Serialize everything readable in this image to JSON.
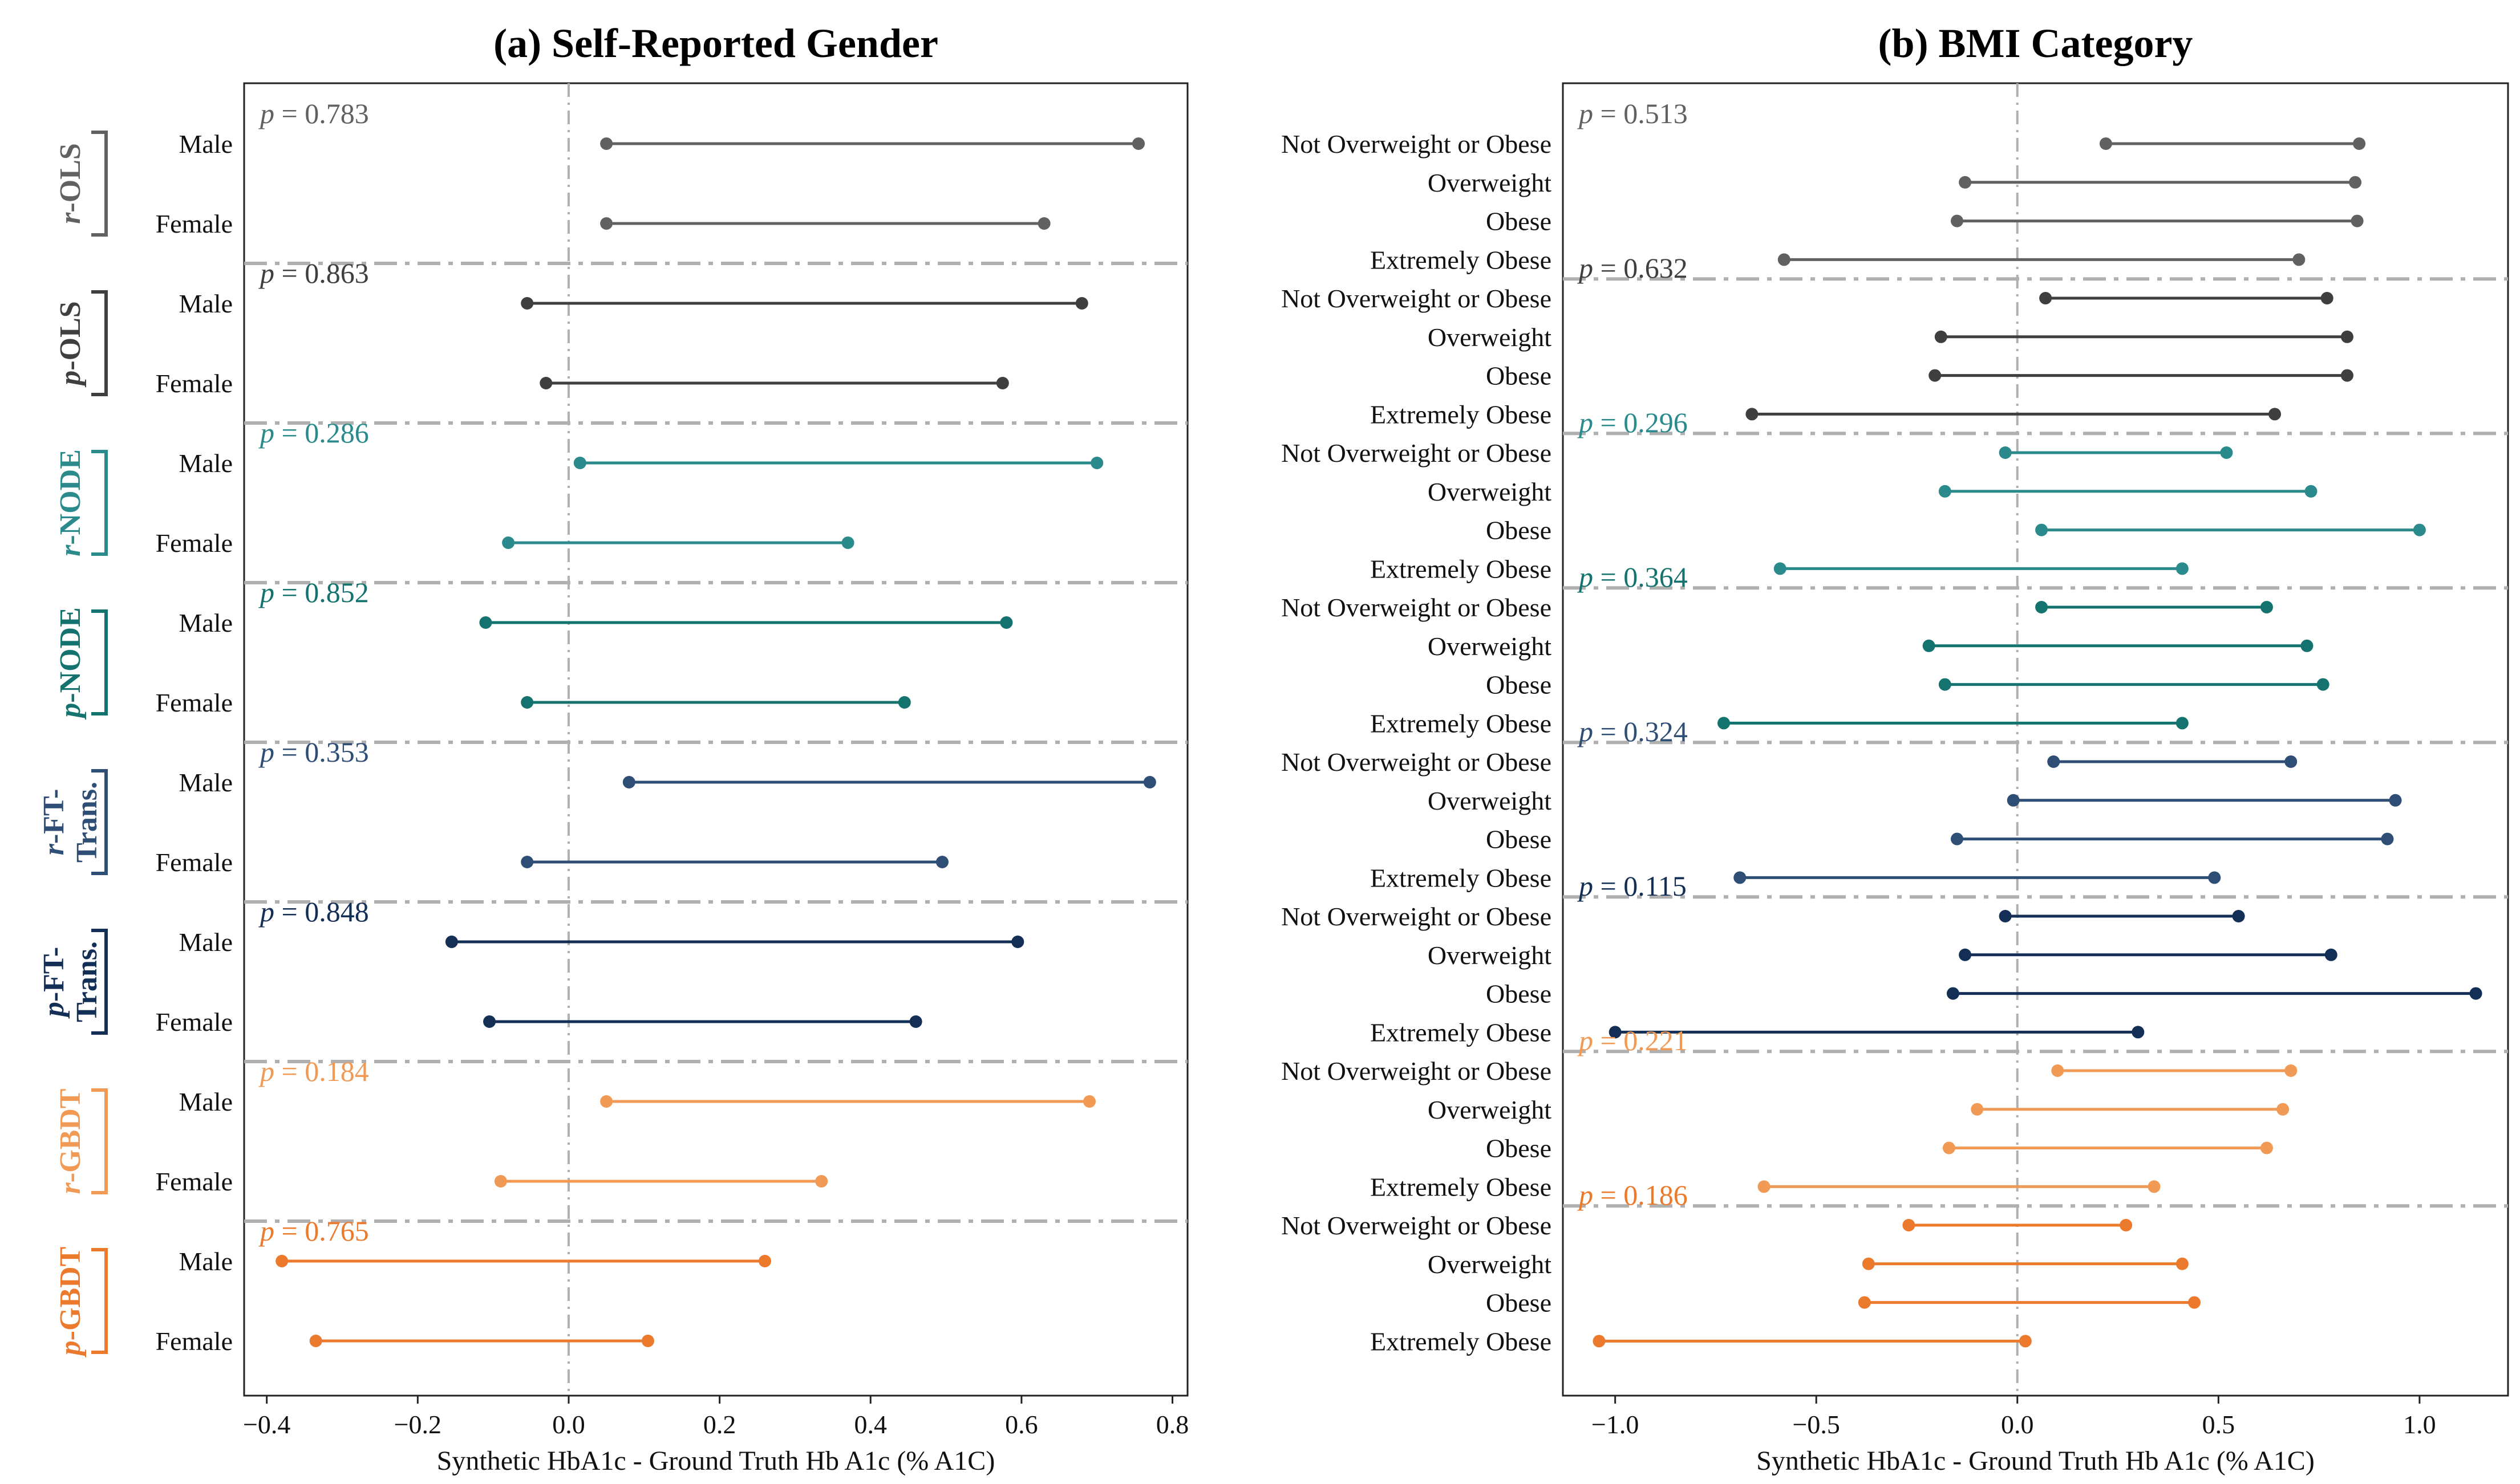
{
  "chart_data": [
    {
      "type": "dumbbell",
      "title": "(a) Self-Reported Gender",
      "xlabel": "Synthetic HbA1c - Ground Truth Hb A1c (% A1C)",
      "xlim": [
        -0.43,
        0.82
      ],
      "xticks": [
        -0.4,
        -0.2,
        0.0,
        0.2,
        0.4,
        0.6,
        0.8
      ],
      "xtick_labels": [
        "−0.4",
        "−0.2",
        "0.0",
        "0.2",
        "0.4",
        "0.6",
        "0.8"
      ],
      "reference_line_x": 0.0,
      "groups": [
        {
          "model_prefix": "r",
          "model_suffix": "-OLS",
          "p_label": "p",
          "p_value": "= 0.783",
          "color": "#616161",
          "rows": [
            {
              "label": "Male",
              "low": 0.05,
              "high": 0.755
            },
            {
              "label": "Female",
              "low": 0.05,
              "high": 0.63
            }
          ]
        },
        {
          "model_prefix": "p",
          "model_suffix": "-OLS",
          "p_label": "p",
          "p_value": "= 0.863",
          "color": "#3f3f3f",
          "rows": [
            {
              "label": "Male",
              "low": -0.055,
              "high": 0.68
            },
            {
              "label": "Female",
              "low": -0.03,
              "high": 0.575
            }
          ]
        },
        {
          "model_prefix": "r",
          "model_suffix": "-NODE",
          "p_label": "p",
          "p_value": "= 0.286",
          "color": "#2a8a8c",
          "rows": [
            {
              "label": "Male",
              "low": 0.015,
              "high": 0.7
            },
            {
              "label": "Female",
              "low": -0.08,
              "high": 0.37
            }
          ]
        },
        {
          "model_prefix": "p",
          "model_suffix": "-NODE",
          "p_label": "p",
          "p_value": "= 0.852",
          "color": "#14736e",
          "rows": [
            {
              "label": "Male",
              "low": -0.11,
              "high": 0.58
            },
            {
              "label": "Female",
              "low": -0.055,
              "high": 0.445
            }
          ]
        },
        {
          "model_prefix": "r",
          "model_suffix": "-FT-\nTrans.",
          "p_label": "p",
          "p_value": "= 0.353",
          "color": "#2e4e75",
          "rows": [
            {
              "label": "Male",
              "low": 0.08,
              "high": 0.77
            },
            {
              "label": "Female",
              "low": -0.055,
              "high": 0.495
            }
          ]
        },
        {
          "model_prefix": "p",
          "model_suffix": "-FT-\nTrans.",
          "p_label": "p",
          "p_value": "= 0.848",
          "color": "#142f55",
          "rows": [
            {
              "label": "Male",
              "low": -0.155,
              "high": 0.595
            },
            {
              "label": "Female",
              "low": -0.105,
              "high": 0.46
            }
          ]
        },
        {
          "model_prefix": "r",
          "model_suffix": "-GBDT",
          "p_label": "p",
          "p_value": "= 0.184",
          "color": "#f09a55",
          "rows": [
            {
              "label": "Male",
              "low": 0.05,
              "high": 0.69
            },
            {
              "label": "Female",
              "low": -0.09,
              "high": 0.335
            }
          ]
        },
        {
          "model_prefix": "p",
          "model_suffix": "-GBDT",
          "p_label": "p",
          "p_value": "= 0.765",
          "color": "#ec7a2c",
          "rows": [
            {
              "label": "Male",
              "low": -0.38,
              "high": 0.26
            },
            {
              "label": "Female",
              "low": -0.335,
              "high": 0.105
            }
          ]
        }
      ]
    },
    {
      "type": "dumbbell",
      "title": "(b) BMI Category",
      "xlabel": "Synthetic HbA1c - Ground Truth Hb A1c (% A1C)",
      "xlim": [
        -1.13,
        1.22
      ],
      "xticks": [
        -1.0,
        -0.5,
        0.0,
        0.5,
        1.0
      ],
      "xtick_labels": [
        "−1.0",
        "−0.5",
        "0.0",
        "0.5",
        "1.0"
      ],
      "reference_line_x": 0.0,
      "groups": [
        {
          "p_label": "p",
          "p_value": "= 0.513",
          "color": "#616161",
          "rows": [
            {
              "label": "Not Overweight or Obese",
              "low": 0.22,
              "high": 0.85
            },
            {
              "label": "Overweight",
              "low": -0.13,
              "high": 0.84
            },
            {
              "label": "Obese",
              "low": -0.15,
              "high": 0.845
            },
            {
              "label": "Extremely Obese",
              "low": -0.58,
              "high": 0.7
            }
          ]
        },
        {
          "p_label": "p",
          "p_value": "= 0.632",
          "color": "#3f3f3f",
          "rows": [
            {
              "label": "Not Overweight or Obese",
              "low": 0.07,
              "high": 0.77
            },
            {
              "label": "Overweight",
              "low": -0.19,
              "high": 0.82
            },
            {
              "label": "Obese",
              "low": -0.205,
              "high": 0.82
            },
            {
              "label": "Extremely Obese",
              "low": -0.66,
              "high": 0.64
            }
          ]
        },
        {
          "p_label": "p",
          "p_value": "= 0.296",
          "color": "#2a8a8c",
          "rows": [
            {
              "label": "Not Overweight or Obese",
              "low": -0.03,
              "high": 0.52
            },
            {
              "label": "Overweight",
              "low": -0.18,
              "high": 0.73
            },
            {
              "label": "Obese",
              "low": 0.06,
              "high": 1.0
            },
            {
              "label": "Extremely Obese",
              "low": -0.59,
              "high": 0.41
            }
          ]
        },
        {
          "p_label": "p",
          "p_value": "= 0.364",
          "color": "#14736e",
          "rows": [
            {
              "label": "Not Overweight or Obese",
              "low": 0.06,
              "high": 0.62
            },
            {
              "label": "Overweight",
              "low": -0.22,
              "high": 0.72
            },
            {
              "label": "Obese",
              "low": -0.18,
              "high": 0.76
            },
            {
              "label": "Extremely Obese",
              "low": -0.73,
              "high": 0.41
            }
          ]
        },
        {
          "p_label": "p",
          "p_value": "= 0.324",
          "color": "#2e4e75",
          "rows": [
            {
              "label": "Not Overweight or Obese",
              "low": 0.09,
              "high": 0.68
            },
            {
              "label": "Overweight",
              "low": -0.01,
              "high": 0.94
            },
            {
              "label": "Obese",
              "low": -0.15,
              "high": 0.92
            },
            {
              "label": "Extremely Obese",
              "low": -0.69,
              "high": 0.49
            }
          ]
        },
        {
          "p_label": "p",
          "p_value": "= 0.115",
          "color": "#142f55",
          "rows": [
            {
              "label": "Not Overweight or Obese",
              "low": -0.03,
              "high": 0.55
            },
            {
              "label": "Overweight",
              "low": -0.13,
              "high": 0.78
            },
            {
              "label": "Obese",
              "low": -0.16,
              "high": 1.14
            },
            {
              "label": "Extremely Obese",
              "low": -1.0,
              "high": 0.3
            }
          ]
        },
        {
          "p_label": "p",
          "p_value": "= 0.221",
          "color": "#f09a55",
          "rows": [
            {
              "label": "Not Overweight or Obese",
              "low": 0.1,
              "high": 0.68
            },
            {
              "label": "Overweight",
              "low": -0.1,
              "high": 0.66
            },
            {
              "label": "Obese",
              "low": -0.17,
              "high": 0.62
            },
            {
              "label": "Extremely Obese",
              "low": -0.63,
              "high": 0.34
            }
          ]
        },
        {
          "p_label": "p",
          "p_value": "= 0.186",
          "color": "#ec7a2c",
          "rows": [
            {
              "label": "Not Overweight or Obese",
              "low": -0.27,
              "high": 0.27
            },
            {
              "label": "Overweight",
              "low": -0.37,
              "high": 0.41
            },
            {
              "label": "Obese",
              "low": -0.38,
              "high": 0.44
            },
            {
              "label": "Extremely Obese",
              "low": -1.04,
              "high": 0.02
            }
          ]
        }
      ]
    }
  ]
}
